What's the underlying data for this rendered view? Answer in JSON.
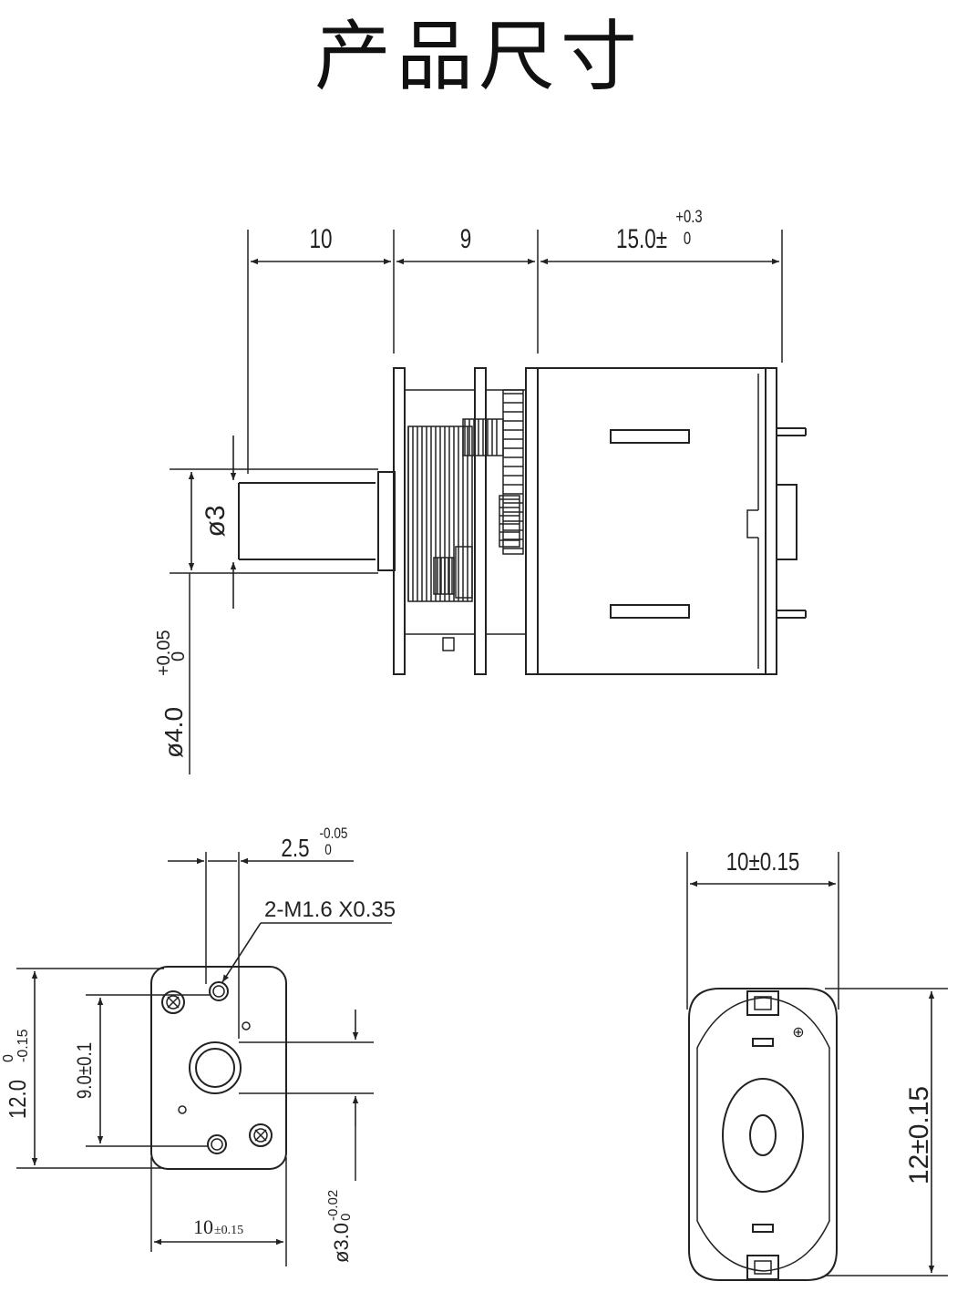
{
  "title": "产品尺寸",
  "side_view": {
    "dim_output_shaft": "10",
    "dim_gearbox": "9",
    "dim_motor": "15.0±",
    "dim_motor_tol_upper": "+0.3",
    "dim_motor_tol_lower": "0",
    "dim_shaft_dia": "ø3",
    "dim_shaft_boss": "ø4.0",
    "dim_shaft_boss_tol_upper": "+0.05",
    "dim_shaft_boss_tol_lower": "0"
  },
  "front_view": {
    "dim_offset": "2.5",
    "dim_offset_tol_upper": "-0.05",
    "dim_offset_tol_lower": "0",
    "dim_thread": "2-M1.6 X0.35",
    "dim_height": "12.0",
    "dim_height_tol_upper": "0",
    "dim_height_tol_lower": "-0.15",
    "dim_hole_spacing": "9.0±0.1",
    "dim_width": "10",
    "dim_width_tol": "±0.15",
    "dim_bore": "ø3.0",
    "dim_bore_tol_upper": "-0.02",
    "dim_bore_tol_lower": "0"
  },
  "rear_view": {
    "dim_width": "10±0.15",
    "dim_height": "12±0.15",
    "terminal_mark": "⊕"
  }
}
